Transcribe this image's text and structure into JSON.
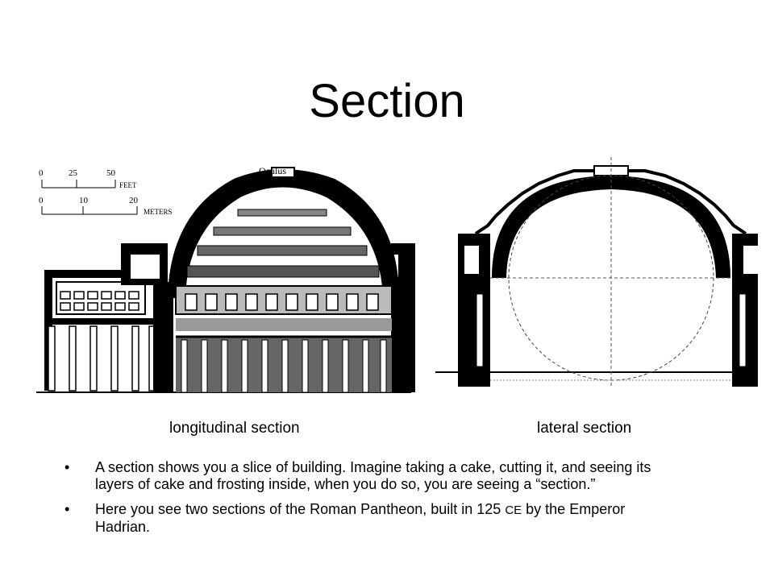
{
  "slide": {
    "title": "Section",
    "captions": {
      "left": "longitudinal section",
      "right": "lateral section"
    },
    "scale": {
      "feet_ticks": [
        "0",
        "25",
        "50"
      ],
      "feet_unit": "FEET",
      "meter_ticks": [
        "0",
        "10",
        "20"
      ],
      "meter_unit": "METERS"
    },
    "oculus_label": "Oculus",
    "bullets": [
      {
        "text": "A section shows you a slice of building. Imagine taking a cake, cutting it, and seeing its layers of cake and frosting inside, when you do so, you are seeing a “section.”"
      },
      {
        "pre": "Here you see two sections of the Roman Pantheon, built in 125 ",
        "era": "CE",
        "post": " by the Emperor Hadrian."
      }
    ],
    "bullet_marker": "•"
  }
}
